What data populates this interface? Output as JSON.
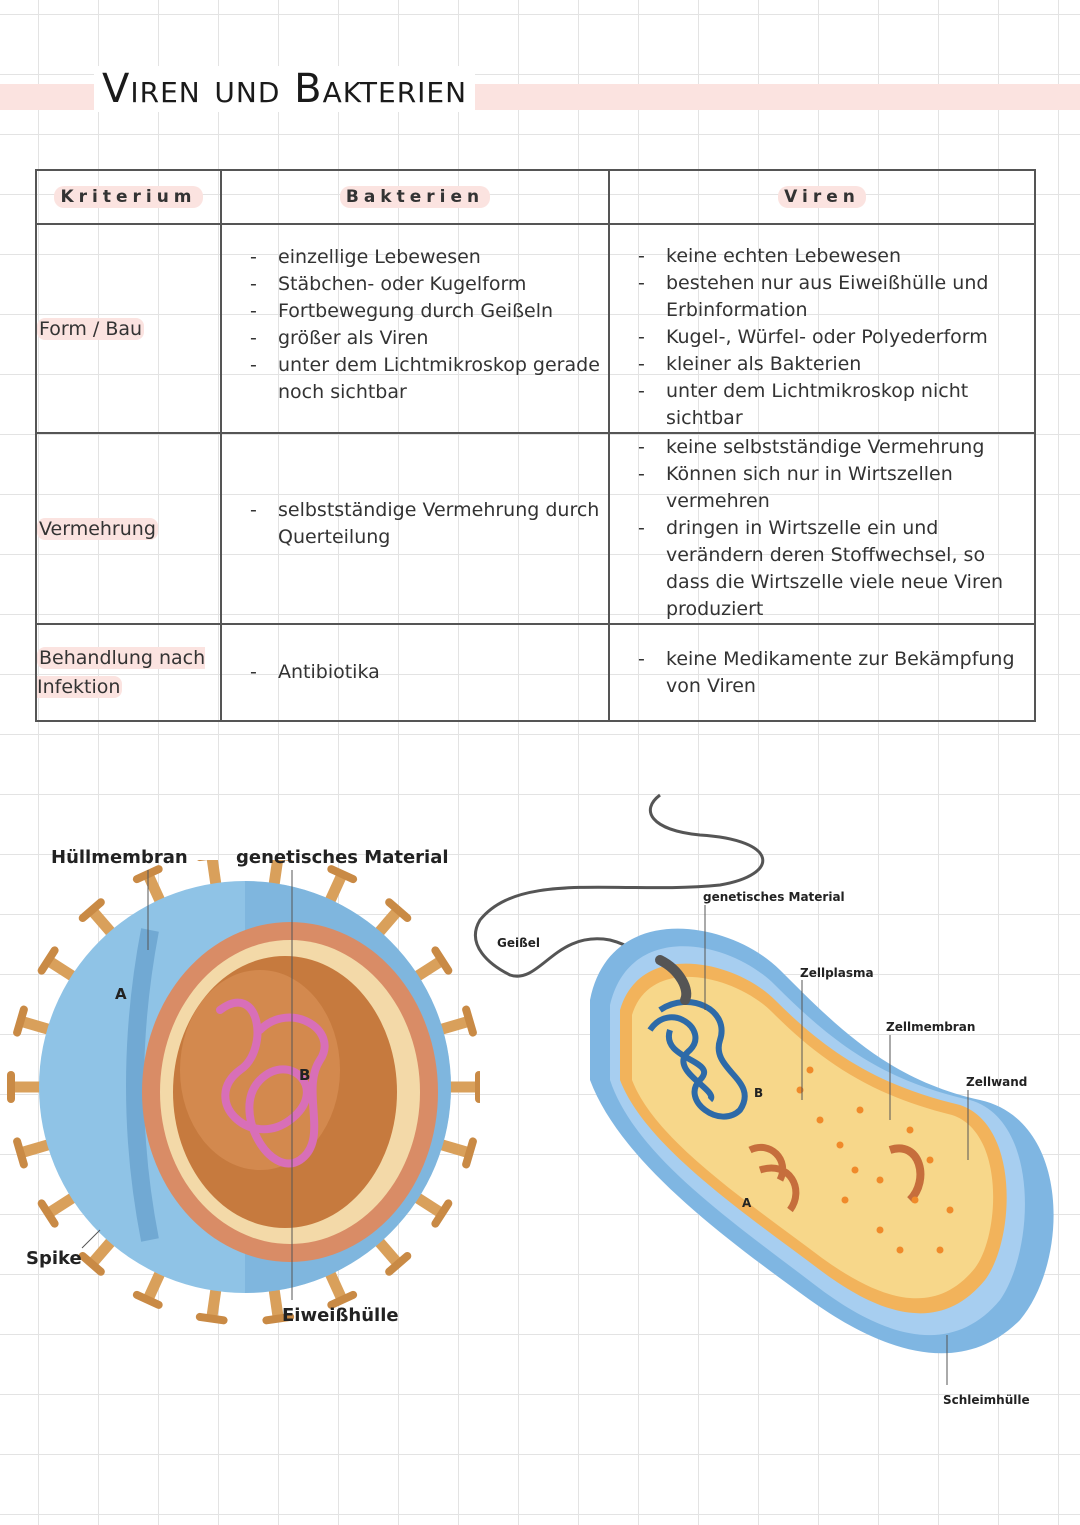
{
  "title": "Viren und Bakterien",
  "table": {
    "headers": [
      "Kriterium",
      "Bakterien",
      "Viren"
    ],
    "rows": [
      {
        "criterion": "Form / Bau",
        "bakterien": [
          "einzellige Lebewesen",
          "Stäbchen- oder Kugelform",
          "Fortbewegung durch Geißeln",
          "größer als Viren",
          "unter dem Lichtmikroskop gerade noch sichtbar"
        ],
        "viren": [
          "keine echten Lebewesen",
          "bestehen nur aus Eiweißhülle und Erbinformation",
          "Kugel-, Würfel- oder Polyederform",
          "kleiner als Bakterien",
          "unter dem Lichtmikroskop nicht sichtbar"
        ]
      },
      {
        "criterion": "Vermehrung",
        "bakterien": [
          "selbstständige Vermehrung durch Querteilung"
        ],
        "viren": [
          "keine selbstständige Vermehrung",
          "Können sich nur in Wirtszellen vermehren",
          "dringen in Wirtszelle ein und verändern deren Stoffwechsel, so dass die Wirtszelle viele neue Viren produziert"
        ]
      },
      {
        "criterion": "Behandlung nach Infektion",
        "bakterien": [
          "Antibiotika"
        ],
        "viren": [
          "keine Medikamente zur Bekämpfung von Viren"
        ]
      }
    ]
  },
  "virus": {
    "labels": {
      "huellmembran": "Hüllmembran",
      "genetisch": "genetisches Material",
      "spike": "Spike",
      "eiweiss": "Eiweißhülle",
      "a": "A",
      "b": "B"
    }
  },
  "bacterium": {
    "labels": {
      "geissel": "Geißel",
      "genetisch": "genetisches Material",
      "zellplasma": "Zellplasma",
      "zellmembran": "Zellmembran",
      "zellwand": "Zellwand",
      "schleim": "Schleimhülle",
      "a": "A",
      "b": "B"
    }
  },
  "colors": {
    "highlight": "#fbe3e0",
    "virus_blue": "#8fc3e6",
    "spike": "#d9a05b",
    "capsid": "#e7a580",
    "rna": "#d86fb8",
    "bact_blue": "#7fb6e2",
    "cytoplasm": "#f2c86a",
    "dna": "#2d6aa8"
  }
}
